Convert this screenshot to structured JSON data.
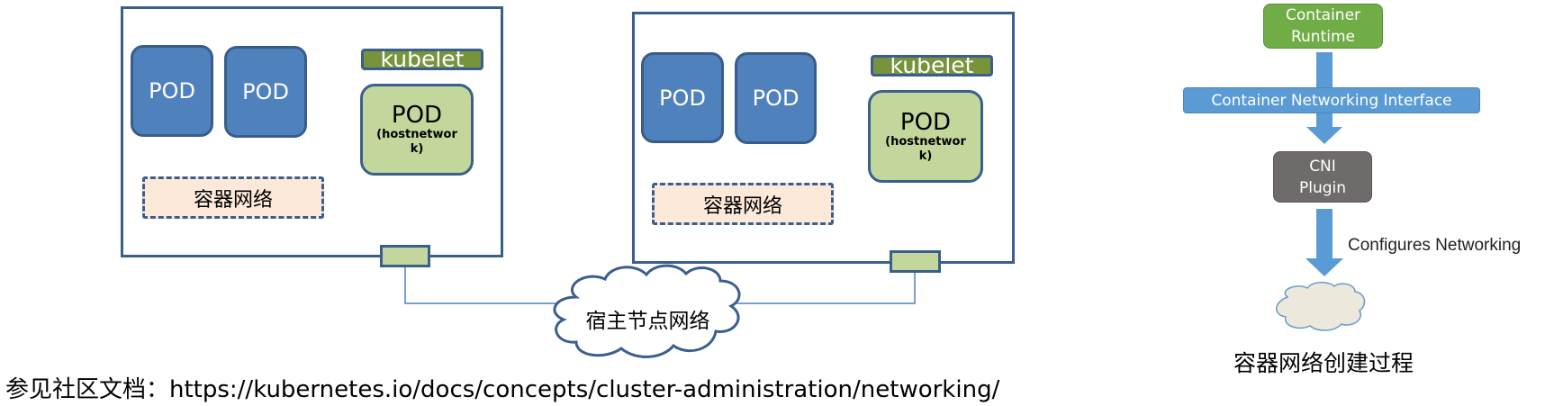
{
  "diagram": {
    "left_node": {
      "pods": [
        {
          "label": "POD"
        },
        {
          "label": "POD"
        }
      ],
      "kubelet": "kubelet",
      "host_pod": {
        "label": "POD",
        "sublabel": "(hostnetwork)"
      },
      "container_network": "容器网络"
    },
    "right_node": {
      "pods": [
        {
          "label": "POD"
        },
        {
          "label": "POD"
        }
      ],
      "kubelet": "kubelet",
      "host_pod": {
        "label": "POD",
        "sublabel": "(hostnetwork)"
      },
      "container_network": "容器网络"
    },
    "host_network": "宿主节点网络"
  },
  "flow": {
    "runtime": [
      "Container",
      "Runtime"
    ],
    "interface": "Container Networking Interface",
    "plugin": [
      "CNI",
      "Plugin"
    ],
    "configures": "Configures Networking",
    "caption": "容器网络创建过程"
  },
  "footer": {
    "text": "参见社区文档：https://kubernetes.io/docs/concepts/cluster-administration/networking/"
  },
  "colors": {
    "border": "#3b5f8c",
    "pod_blue": "#4f81bd",
    "pod_green": "#c3d69b",
    "kubelet": "#77933c",
    "container_net": "#fce9da",
    "runtime": "#70ad47",
    "cni_interface": "#5b9bd5",
    "plugin": "#6f6b6a"
  }
}
